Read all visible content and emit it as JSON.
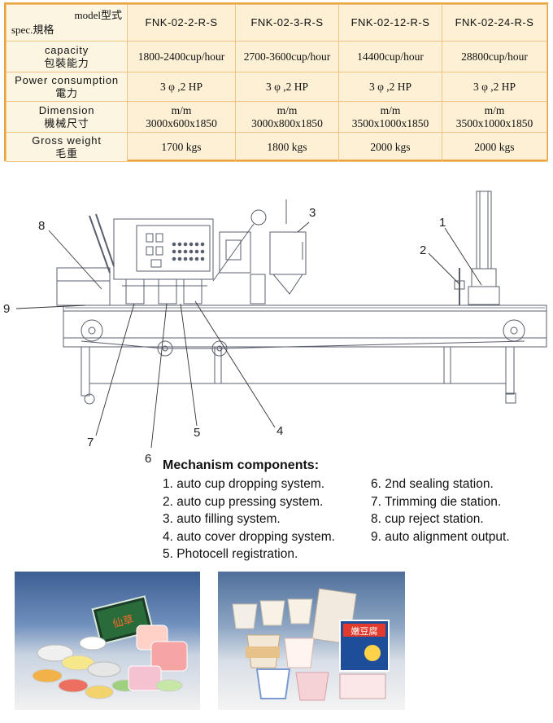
{
  "spec_table": {
    "corner_top": "model型式",
    "corner_bottom": "spec.規格",
    "models": [
      "FNK-02-2-R-S",
      "FNK-02-3-R-S",
      "FNK-02-12-R-S",
      "FNK-02-24-R-S"
    ],
    "rows": [
      {
        "label_en": "capacity",
        "label_zh": "包裝能力",
        "values": [
          "1800-2400cup/hour",
          "2700-3600cup/hour",
          "14400cup/hour",
          "28800cup/hour"
        ]
      },
      {
        "label_en": "Power consumption",
        "label_zh": "電力",
        "values": [
          "3 φ ,2 HP",
          "3 φ ,2 HP",
          "3 φ ,2 HP",
          "3 φ ,2 HP"
        ]
      },
      {
        "label_en": "Dimension",
        "label_zh": "機械尺寸",
        "unit": "m/m",
        "values": [
          "3000x600x1850",
          "3000x800x1850",
          "3500x1000x1850",
          "3500x1000x1850"
        ]
      },
      {
        "label_en": "Gross weight",
        "label_zh": "毛重",
        "values": [
          "1700 kgs",
          "1800 kgs",
          "2000 kgs",
          "2000 kgs"
        ]
      }
    ]
  },
  "diagram": {
    "callouts": [
      "1",
      "2",
      "3",
      "4",
      "5",
      "6",
      "7",
      "8",
      "9"
    ]
  },
  "mechanism": {
    "title": "Mechanism components:",
    "left_items": [
      "1. auto cup dropping system.",
      "2. auto cup pressing system.",
      "3. auto filling system.",
      "4. auto cover dropping system.",
      "5. Photocell registration."
    ],
    "right_items": [
      "6. 2nd sealing station.",
      "7. Trimming die station.",
      "8. cup reject station.",
      "9. auto alignment output."
    ]
  },
  "photos": {
    "photo1_pack_text": "仙草",
    "photo2_pack_text": "嫩豆腐"
  }
}
